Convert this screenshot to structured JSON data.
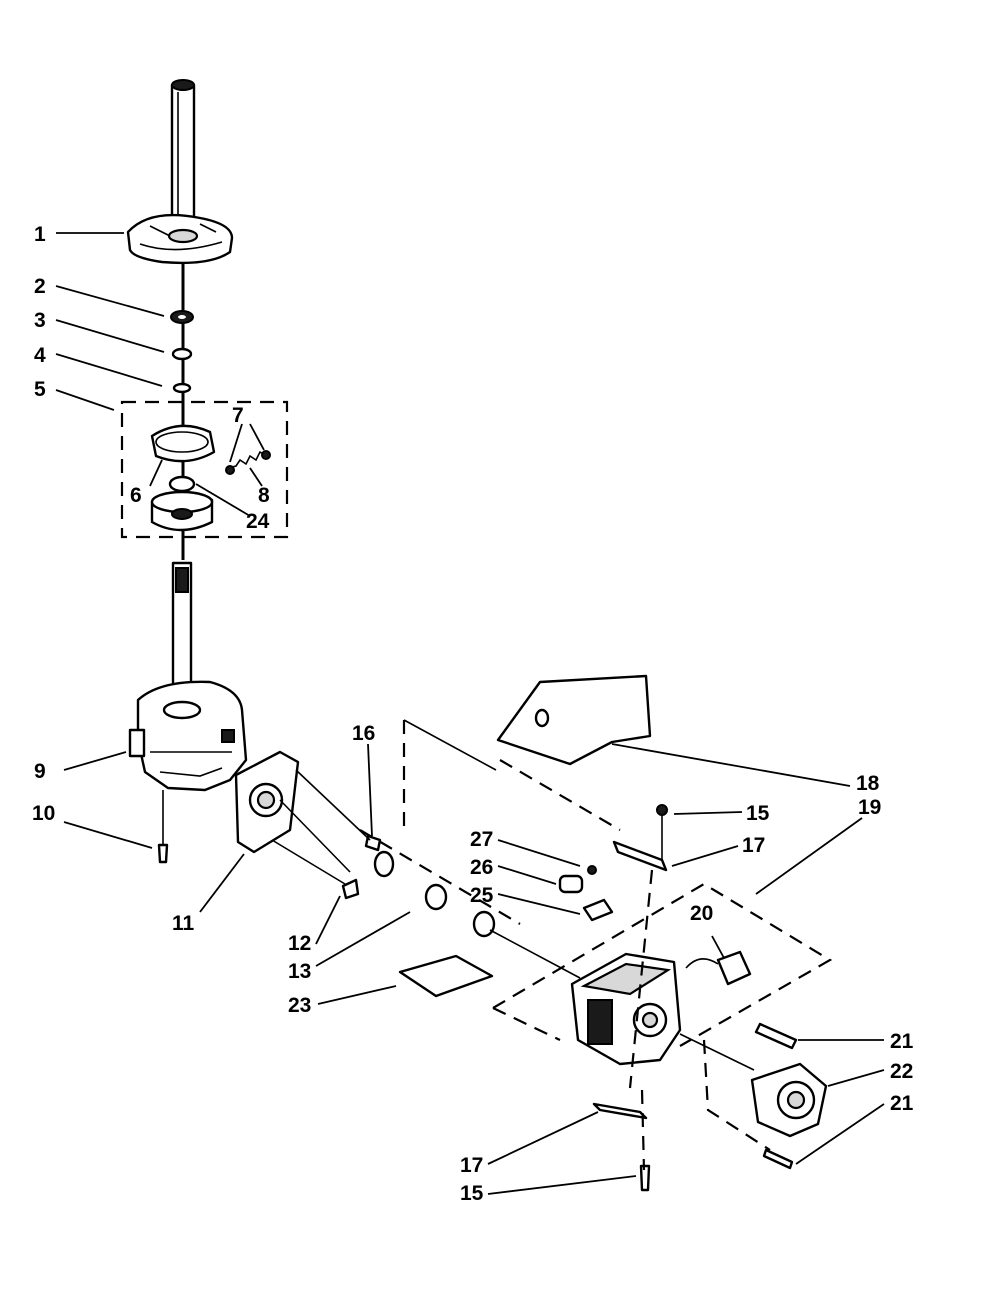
{
  "callouts": [
    {
      "id": "1",
      "label": "1"
    },
    {
      "id": "2",
      "label": "2"
    },
    {
      "id": "3",
      "label": "3"
    },
    {
      "id": "4",
      "label": "4"
    },
    {
      "id": "5",
      "label": "5"
    },
    {
      "id": "6",
      "label": "6"
    },
    {
      "id": "7",
      "label": "7"
    },
    {
      "id": "8",
      "label": "8"
    },
    {
      "id": "24",
      "label": "24"
    },
    {
      "id": "9",
      "label": "9"
    },
    {
      "id": "10",
      "label": "10"
    },
    {
      "id": "11",
      "label": "11"
    },
    {
      "id": "12",
      "label": "12"
    },
    {
      "id": "13",
      "label": "13"
    },
    {
      "id": "16",
      "label": "16"
    },
    {
      "id": "18",
      "label": "18"
    },
    {
      "id": "19",
      "label": "19"
    },
    {
      "id": "15a",
      "label": "15"
    },
    {
      "id": "17a",
      "label": "17"
    },
    {
      "id": "27",
      "label": "27"
    },
    {
      "id": "26",
      "label": "26"
    },
    {
      "id": "25",
      "label": "25"
    },
    {
      "id": "20",
      "label": "20"
    },
    {
      "id": "23",
      "label": "23"
    },
    {
      "id": "21a",
      "label": "21"
    },
    {
      "id": "22",
      "label": "22"
    },
    {
      "id": "21b",
      "label": "21"
    },
    {
      "id": "17b",
      "label": "17"
    },
    {
      "id": "15b",
      "label": "15"
    }
  ]
}
